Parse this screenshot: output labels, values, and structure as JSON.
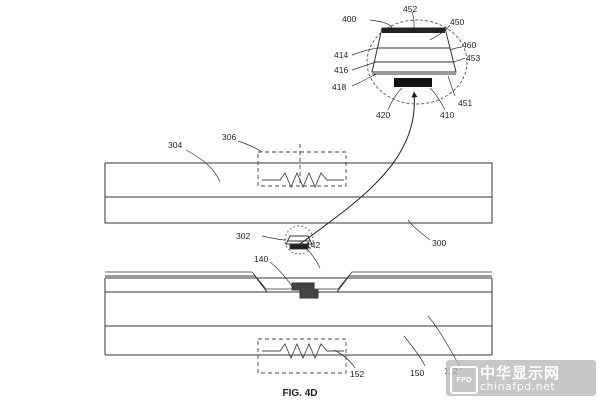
{
  "labels": {
    "l400": "400",
    "l452": "452",
    "l450": "450",
    "l460": "460",
    "l453": "453",
    "l414": "414",
    "l416": "416",
    "l418": "418",
    "l420": "420",
    "l410": "410",
    "l451": "451",
    "l304": "304",
    "l306": "306",
    "l302": "302",
    "l142": "142",
    "l140": "140",
    "l300": "300",
    "l152": "152",
    "l150": "150",
    "l112": "112"
  },
  "caption": "FIG. 4D",
  "watermark": {
    "logo": "FPD",
    "cn": "中华显示网",
    "url": "chinafpd.net"
  }
}
